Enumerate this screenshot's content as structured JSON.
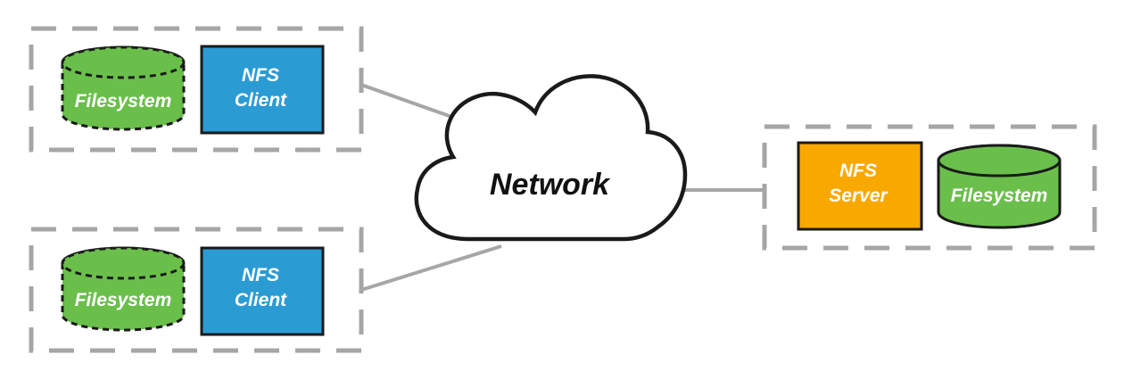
{
  "network": {
    "label": "Network"
  },
  "clients": [
    {
      "filesystem_label": "Filesystem",
      "nfs_line1": "NFS",
      "nfs_line2": "Client"
    },
    {
      "filesystem_label": "Filesystem",
      "nfs_line1": "NFS",
      "nfs_line2": "Client"
    }
  ],
  "server": {
    "nfs_line1": "NFS",
    "nfs_line2": "Server",
    "filesystem_label": "Filesystem"
  },
  "colors": {
    "filesystem_green": "#6abf4b",
    "client_blue": "#2b9bd3",
    "server_orange": "#f9a800",
    "dash_gray": "#a6a6a6",
    "connector_gray": "#a6a6a6",
    "outline": "#1a1a1a"
  },
  "icons": {
    "cloud": "cloud-icon",
    "filesystem": "database-cylinder-icon"
  }
}
